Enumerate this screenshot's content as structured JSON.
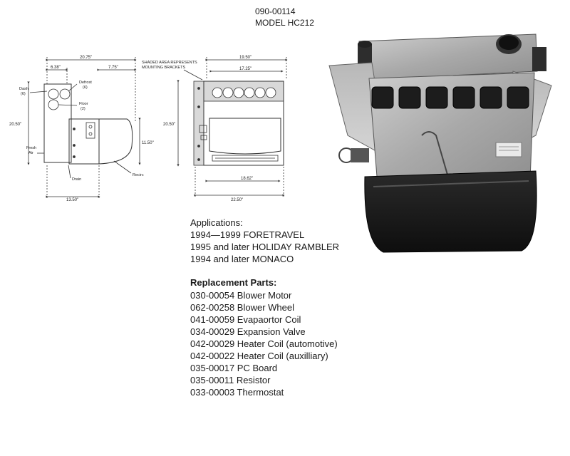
{
  "header": {
    "part_number": "090-00114",
    "model": "MODEL HC212"
  },
  "drawing_left": {
    "dim_top_width": "20.75\"",
    "dim_top_left": "6.38\"",
    "dim_top_right": "7.75\"",
    "dim_height": "20.50\"",
    "dim_right_height": "11.50\"",
    "dim_bottom": "13.50\"",
    "label_dash_1": "Dash",
    "label_dash_2": "(6)",
    "label_defrost_1": "Defrost",
    "label_defrost_2": "(6)",
    "label_floor_1": "Floor",
    "label_floor_2": "(2)",
    "label_fresh_1": "Fresh",
    "label_fresh_2": "Air",
    "label_drain": "Drain",
    "label_recirc": "Recirc"
  },
  "drawing_right": {
    "note_1": "SHADED AREA REPRESENTS",
    "note_2": "MOUNTING BRACKETS",
    "dim_top_outer": "19.50\"",
    "dim_top_inner": "17.25\"",
    "dim_height": "20.50\"",
    "dim_bottom_inner": "18.62\"",
    "dim_bottom_outer": "22.50\""
  },
  "applications": {
    "title": "Applications:",
    "items": [
      "1994—1999 FORETRAVEL",
      "1995 and later HOLIDAY RAMBLER",
      "1994 and later MONACO"
    ]
  },
  "replacement_parts": {
    "title": "Replacement Parts:",
    "items": [
      "030-00054 Blower Motor",
      "062-00258 Blower Wheel",
      "041-00059 Evapaortor Coil",
      "034-00029 Expansion Valve",
      "042-00029 Heater Coil (automotive)",
      "042-00022 Heater Coil (auxilliary)",
      "035-00017 PC Board",
      "035-00011 Resistor",
      "033-00003 Thermostat"
    ]
  }
}
